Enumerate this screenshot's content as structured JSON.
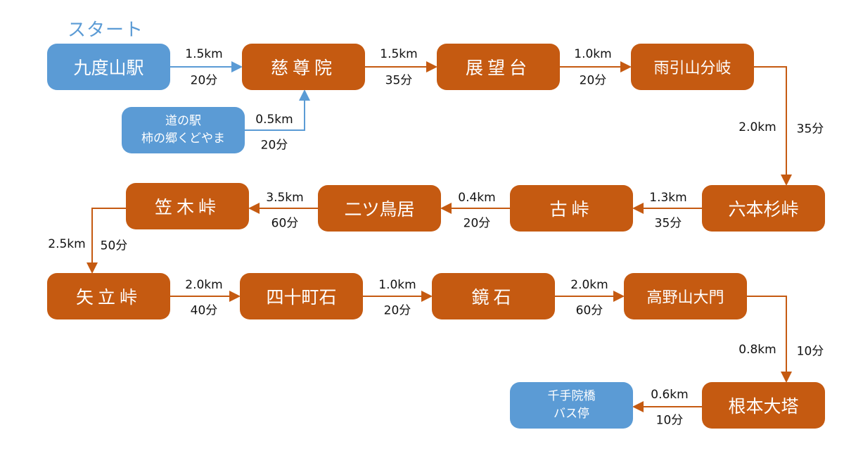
{
  "title": "スタート",
  "colors": {
    "start": "#5b9bd5",
    "waypoint": "#c55a11"
  },
  "nodes": {
    "kudoyama": "九度山駅",
    "jisonin": "慈尊院",
    "tenbodai": "展望台",
    "amabiki": "雨引山分岐",
    "michinoeki_1": "道の駅",
    "michinoeki_2": "柿の郷くどやま",
    "roppon": "六本杉峠",
    "furu": "古峠",
    "futatsu": "二ツ鳥居",
    "kasagi": "笠木峠",
    "yatate": "矢立峠",
    "shijucho": "四十町石",
    "kagami": "鏡石",
    "daimon": "高野山大門",
    "konpon": "根本大塔",
    "senjuin_1": "千手院橋",
    "senjuin_2": "バス停"
  },
  "edges": [
    {
      "dist": "1.5km",
      "time": "20分"
    },
    {
      "dist": "1.5km",
      "time": "35分"
    },
    {
      "dist": "1.0km",
      "time": "20分"
    },
    {
      "dist": "2.0km",
      "time": "35分"
    },
    {
      "dist": "1.3km",
      "time": "35分"
    },
    {
      "dist": "0.4km",
      "time": "20分"
    },
    {
      "dist": "3.5km",
      "time": "60分"
    },
    {
      "dist": "2.5km",
      "time": "50分"
    },
    {
      "dist": "2.0km",
      "time": "40分"
    },
    {
      "dist": "1.0km",
      "time": "20分"
    },
    {
      "dist": "2.0km",
      "time": "60分"
    },
    {
      "dist": "0.8km",
      "time": "10分"
    },
    {
      "dist": "0.6km",
      "time": "10分"
    },
    {
      "dist": "0.5km",
      "time": "20分"
    }
  ]
}
